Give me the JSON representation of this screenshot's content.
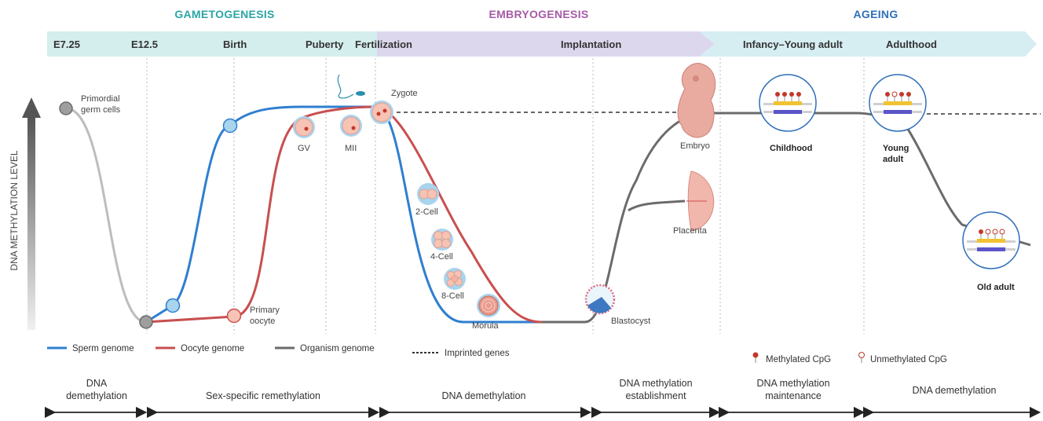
{
  "phases": [
    {
      "label": "GAMETOGENESIS",
      "color": "#2ba5a5"
    },
    {
      "label": "EMBRYOGENESIS",
      "color": "#a65ba6"
    },
    {
      "label": "AGEING",
      "color": "#2e6fb8"
    }
  ],
  "timeline": [
    "E7.25",
    "E12.5",
    "Birth",
    "Puberty",
    "Fertilization",
    "Implantation",
    "Infancy–Young adult",
    "Adulthood"
  ],
  "y_axis_label": "DNA METHYLATION LEVEL",
  "stages": {
    "pgc": [
      "Primordial",
      "germ cells"
    ],
    "gv": "GV",
    "mii": "MII",
    "zygote": "Zygote",
    "primary_oocyte": [
      "Primary",
      "oocyte"
    ],
    "cell2": "2-Cell",
    "cell4": "4-Cell",
    "cell8": "8-Cell",
    "morula": "Morula",
    "blastocyst": "Blastocyst",
    "embryo": "Embryo",
    "placenta": "Placenta",
    "childhood": "Childhood",
    "young_adult": [
      "Young",
      "adult"
    ],
    "old_adult": "Old adult"
  },
  "legend": {
    "sperm": "Sperm genome",
    "oocyte": "Oocyte genome",
    "organism": "Organism genome",
    "imprinted": "Imprinted genes",
    "methylated": "Methylated CpG",
    "unmethylated": "Unmethylated CpG"
  },
  "bottom": [
    [
      "DNA",
      "demethylation"
    ],
    [
      "Sex-specific remethylation"
    ],
    [
      "DNA demethylation"
    ],
    [
      "DNA methylation",
      "establishment"
    ],
    [
      "DNA methylation",
      "maintenance"
    ],
    [
      "DNA demethylation"
    ]
  ],
  "colors": {
    "sperm": "#2f7fd0",
    "oocyte": "#c94f4f",
    "organism": "#6b6b6b",
    "pgc_line": "#bdbdbd",
    "cell_fill": "#f6c3b4",
    "cell_ring": "#a8d4ee",
    "methylated": "#c0392b"
  }
}
